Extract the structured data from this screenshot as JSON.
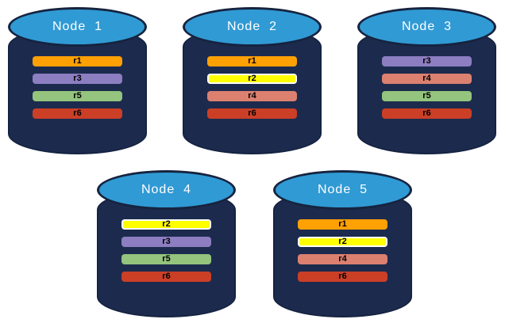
{
  "diagram": {
    "nodes": [
      {
        "label": "Node  1",
        "replicas": [
          "r1",
          "r3",
          "r5",
          "r6"
        ]
      },
      {
        "label": "Node  2",
        "replicas": [
          "r1",
          "r2",
          "r4",
          "r6"
        ]
      },
      {
        "label": "Node  3",
        "replicas": [
          "r3",
          "r4",
          "r5",
          "r6"
        ]
      },
      {
        "label": "Node  4",
        "replicas": [
          "r2",
          "r3",
          "r5",
          "r6"
        ]
      },
      {
        "label": "Node  5",
        "replicas": [
          "r1",
          "r2",
          "r4",
          "r6"
        ]
      }
    ],
    "replica_styles": {
      "r1": {
        "fill": "#FFA005"
      },
      "r2": {
        "fill": "#FFFF00",
        "border": "#FFFFFF"
      },
      "r3": {
        "fill": "#8C7EC1"
      },
      "r4": {
        "fill": "#DC8070"
      },
      "r5": {
        "fill": "#94C47D"
      },
      "r6": {
        "fill": "#CB3F27"
      }
    },
    "colors": {
      "cylinder_body": "#1C2B4D",
      "cylinder_top": "#309AD4",
      "cylinder_outline": "#16233F",
      "node_label_text": "#FFFFFF",
      "replica_label_text": "#000000",
      "background": "#FFFFFF"
    }
  }
}
